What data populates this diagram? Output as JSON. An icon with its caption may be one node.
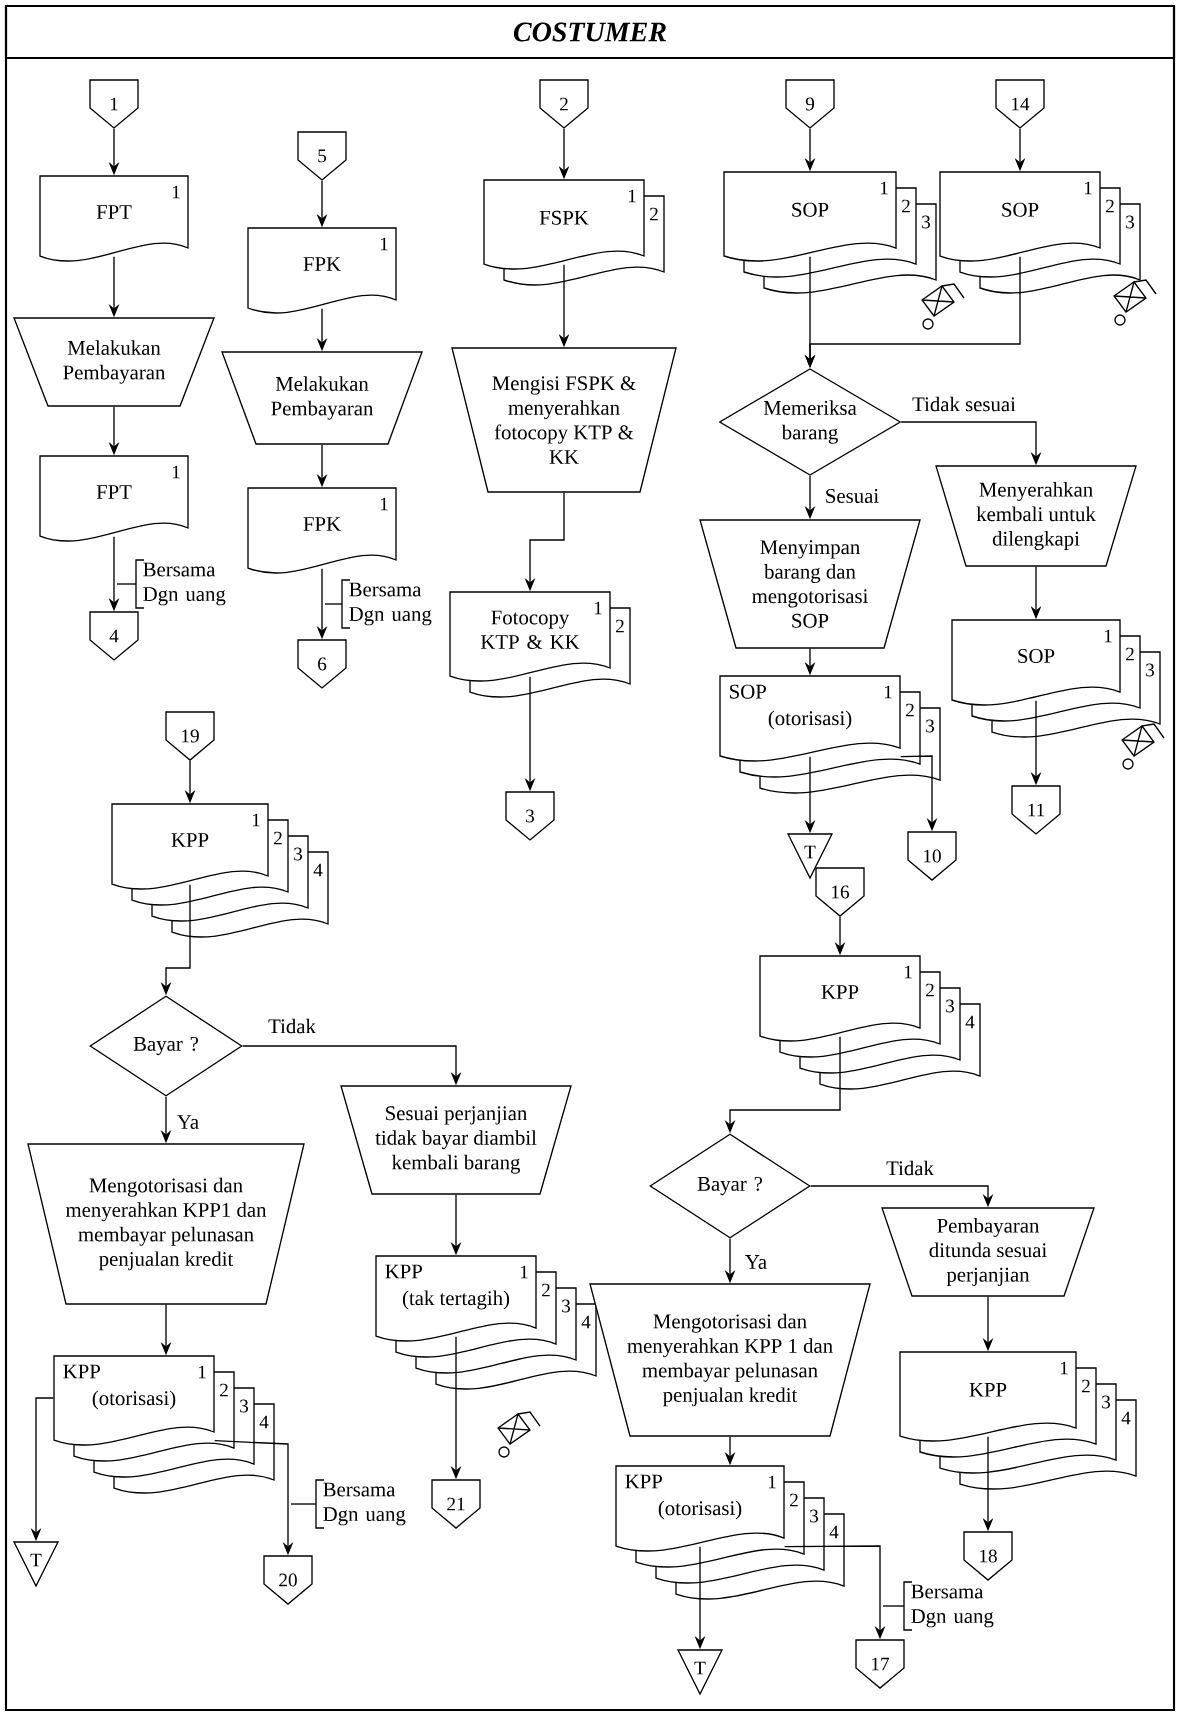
{
  "diagram": {
    "title": "COSTUMER",
    "nodes": [
      {
        "text": [
          "1"
        ]
      },
      {
        "text": [
          "FPT",
          "1"
        ]
      },
      {
        "text": [
          "Melakukan Pembayaran"
        ]
      },
      {
        "text": [
          "FPT",
          "1"
        ]
      },
      {
        "text": [
          "4"
        ]
      },
      {
        "text": [
          "5"
        ]
      },
      {
        "text": [
          "FPK",
          "1"
        ]
      },
      {
        "text": [
          "Melakukan Pembayaran"
        ]
      },
      {
        "text": [
          "FPK",
          "1"
        ]
      },
      {
        "text": [
          "6"
        ]
      },
      {
        "text": [
          "2"
        ]
      },
      {
        "text": [
          "FSPK",
          "1",
          "2"
        ]
      },
      {
        "text": [
          "Mengisi FSPK & menyerahkan fotocopy KTP & KK"
        ]
      },
      {
        "text": [
          "Fotocopy KTP & KK",
          "1",
          "2"
        ]
      },
      {
        "text": [
          "3"
        ]
      },
      {
        "text": [
          "9"
        ]
      },
      {
        "text": [
          "SOP",
          "1",
          "2",
          "3"
        ]
      },
      {
        "text": [
          "14"
        ]
      },
      {
        "text": [
          "SOP",
          "1",
          "2",
          "3"
        ]
      },
      {
        "text": [
          "Memeriksa barang"
        ]
      },
      {
        "text": [
          "Menyimpan barang dan mengotorisasi SOP"
        ]
      },
      {
        "text": [
          "Menyerahkan kembali untuk dilengkapi"
        ]
      },
      {
        "text": [
          "SOP",
          "(otorisasi)",
          "1",
          "2",
          "3"
        ]
      },
      {
        "text": [
          "T"
        ]
      },
      {
        "text": [
          "10"
        ]
      },
      {
        "text": [
          "SOP",
          "1",
          "2",
          "3"
        ]
      },
      {
        "text": [
          "11"
        ]
      },
      {
        "text": [
          "19"
        ]
      },
      {
        "text": [
          "KPP",
          "1",
          "2",
          "3",
          "4"
        ]
      },
      {
        "text": [
          "Bayar ?"
        ]
      },
      {
        "text": [
          "Mengotorisasi dan menyerahkan KPP1 dan membayar pelunasan penjualan kredit"
        ]
      },
      {
        "text": [
          "Sesuai perjanjian tidak bayar diambil kembali barang"
        ]
      },
      {
        "text": [
          "KPP",
          "(otorisasi)",
          "1",
          "2",
          "3",
          "4"
        ]
      },
      {
        "text": [
          "T"
        ]
      },
      {
        "text": [
          "20"
        ]
      },
      {
        "text": [
          "KPP",
          "(tak tertagih)",
          "1",
          "2",
          "3",
          "4"
        ]
      },
      {
        "text": [
          "21"
        ]
      },
      {
        "text": [
          "16"
        ]
      },
      {
        "text": [
          "KPP",
          "1",
          "2",
          "3",
          "4"
        ]
      },
      {
        "text": [
          "Bayar ?"
        ]
      },
      {
        "text": [
          "Mengotorisasi dan menyerahkan KPP 1 dan membayar pelunasan penjualan kredit"
        ]
      },
      {
        "text": [
          "Pembayaran ditunda sesuai perjanjian"
        ]
      },
      {
        "text": [
          "KPP",
          "1",
          "2",
          "3",
          "4"
        ]
      },
      {
        "text": [
          "KPP",
          "(otorisasi)",
          "1",
          "2",
          "3",
          "4"
        ]
      },
      {
        "text": [
          "T"
        ]
      },
      {
        "text": [
          "17"
        ]
      },
      {
        "text": [
          "18"
        ]
      }
    ],
    "edges": [
      {
        "from": 0,
        "to": 1,
        "arrow": "to"
      },
      {
        "from": 1,
        "to": 2,
        "arrow": "to"
      },
      {
        "from": 2,
        "to": 3,
        "arrow": "to"
      },
      {
        "from": 3,
        "to": 4,
        "arrow": "to"
      },
      {
        "from": 5,
        "to": 6,
        "arrow": "to"
      },
      {
        "from": 6,
        "to": 7,
        "arrow": "to"
      },
      {
        "from": 7,
        "to": 8,
        "arrow": "to"
      },
      {
        "from": 8,
        "to": 9,
        "arrow": "to"
      },
      {
        "from": 10,
        "to": 11,
        "arrow": "to"
      },
      {
        "from": 11,
        "to": 12,
        "arrow": "to"
      },
      {
        "from": 12,
        "to": 13,
        "arrow": "to"
      },
      {
        "from": 13,
        "to": 14,
        "arrow": "to"
      },
      {
        "from": 15,
        "to": 16,
        "arrow": "to"
      },
      {
        "from": 17,
        "to": 18,
        "arrow": "to"
      },
      {
        "from": 16,
        "to": 19,
        "arrow": "to"
      },
      {
        "from": 18,
        "to": 19,
        "arrow": "to"
      },
      {
        "from": 19,
        "to": 20,
        "arrow": "to",
        "label": "Sesuai"
      },
      {
        "from": 19,
        "to": 21,
        "arrow": "to",
        "label": "Tidak sesuai"
      },
      {
        "from": 20,
        "to": 22,
        "arrow": "to"
      },
      {
        "from": 22,
        "to": 23,
        "arrow": "to"
      },
      {
        "from": 22,
        "to": 24,
        "arrow": "to"
      },
      {
        "from": 21,
        "to": 25,
        "arrow": "to"
      },
      {
        "from": 25,
        "to": 26,
        "arrow": "to"
      },
      {
        "from": 27,
        "to": 28,
        "arrow": "to"
      },
      {
        "from": 28,
        "to": 29,
        "arrow": "to"
      },
      {
        "from": 29,
        "to": 30,
        "arrow": "to",
        "label": "Ya"
      },
      {
        "from": 29,
        "to": 31,
        "arrow": "to",
        "label": "Tidak"
      },
      {
        "from": 30,
        "to": 32,
        "arrow": "to"
      },
      {
        "from": 32,
        "to": 33,
        "arrow": "to"
      },
      {
        "from": 32,
        "to": 34,
        "arrow": "to"
      },
      {
        "from": 31,
        "to": 35,
        "arrow": "to"
      },
      {
        "from": 35,
        "to": 36,
        "arrow": "to"
      },
      {
        "from": 37,
        "to": 38,
        "arrow": "to"
      },
      {
        "from": 38,
        "to": 39,
        "arrow": "to"
      },
      {
        "from": 39,
        "to": 40,
        "arrow": "to",
        "label": "Ya"
      },
      {
        "from": 39,
        "to": 41,
        "arrow": "to",
        "label": "Tidak"
      },
      {
        "from": 40,
        "to": 43,
        "arrow": "to"
      },
      {
        "from": 43,
        "to": 44,
        "arrow": "to"
      },
      {
        "from": 43,
        "to": 45,
        "arrow": "to"
      },
      {
        "from": 41,
        "to": 42,
        "arrow": "to"
      },
      {
        "from": 42,
        "to": 46,
        "arrow": "to"
      }
    ],
    "labels": [
      "Bersama Dgn uang",
      "Bersama Dgn uang",
      "Bersama Dgn uang",
      "Bersama Dgn uang"
    ]
  }
}
